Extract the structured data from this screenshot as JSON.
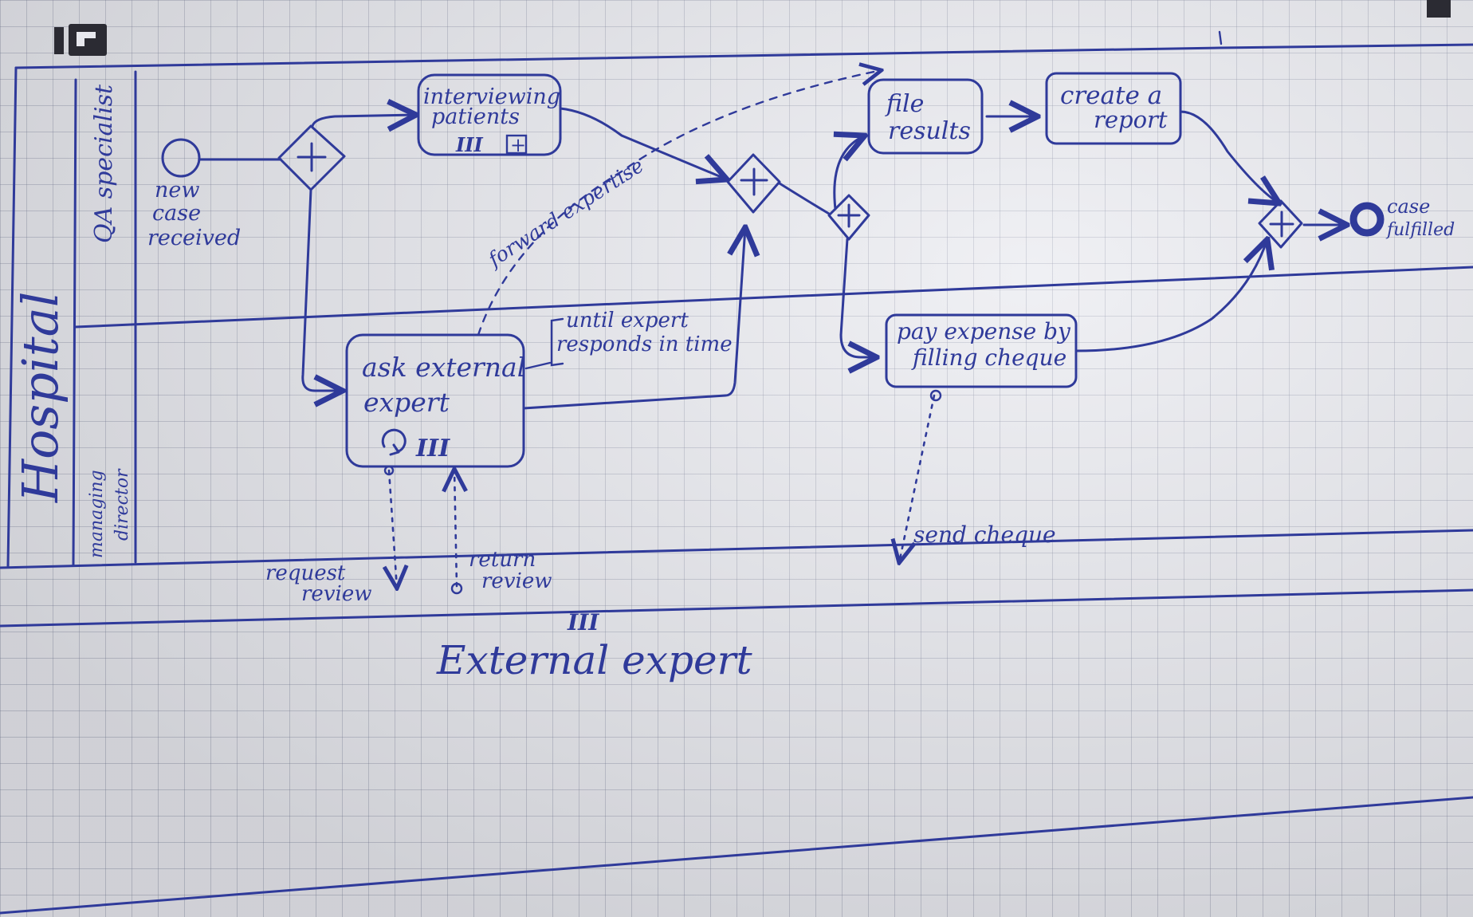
{
  "pool": {
    "hospital": "Hospital",
    "external": "External expert"
  },
  "lanes": {
    "qa": "QA specialist",
    "director_line1": "managing",
    "director_line2": "director"
  },
  "events": {
    "start_line1": "new",
    "start_line2": "case",
    "start_line3": "received",
    "end_line1": "case",
    "end_line2": "fulfilled"
  },
  "tasks": {
    "interview_line1": "interviewing",
    "interview_line2": "patients",
    "file_line1": "file",
    "file_line2": "results",
    "report_line1": "create a",
    "report_line2": "report",
    "ask_line1": "ask external",
    "ask_line2": "expert",
    "pay_line1": "pay expense by",
    "pay_line2": "filling cheque"
  },
  "annotations": {
    "until_line1": "until expert",
    "until_line2": "responds in time"
  },
  "messages": {
    "forward": "forward expertise",
    "request_line1": "request",
    "request_line2": "review",
    "return_line1": "return",
    "return_line2": "review",
    "send": "send cheque"
  },
  "markers": {
    "multi_instance": "III",
    "subprocess": "+",
    "gateway_parallel": "+"
  },
  "colors": {
    "ink": "#2f3a9a",
    "paper": "#e7e8ee",
    "grid": "#787d96"
  },
  "icons": {
    "logo": "logo-icon",
    "loop": "loop-icon"
  }
}
